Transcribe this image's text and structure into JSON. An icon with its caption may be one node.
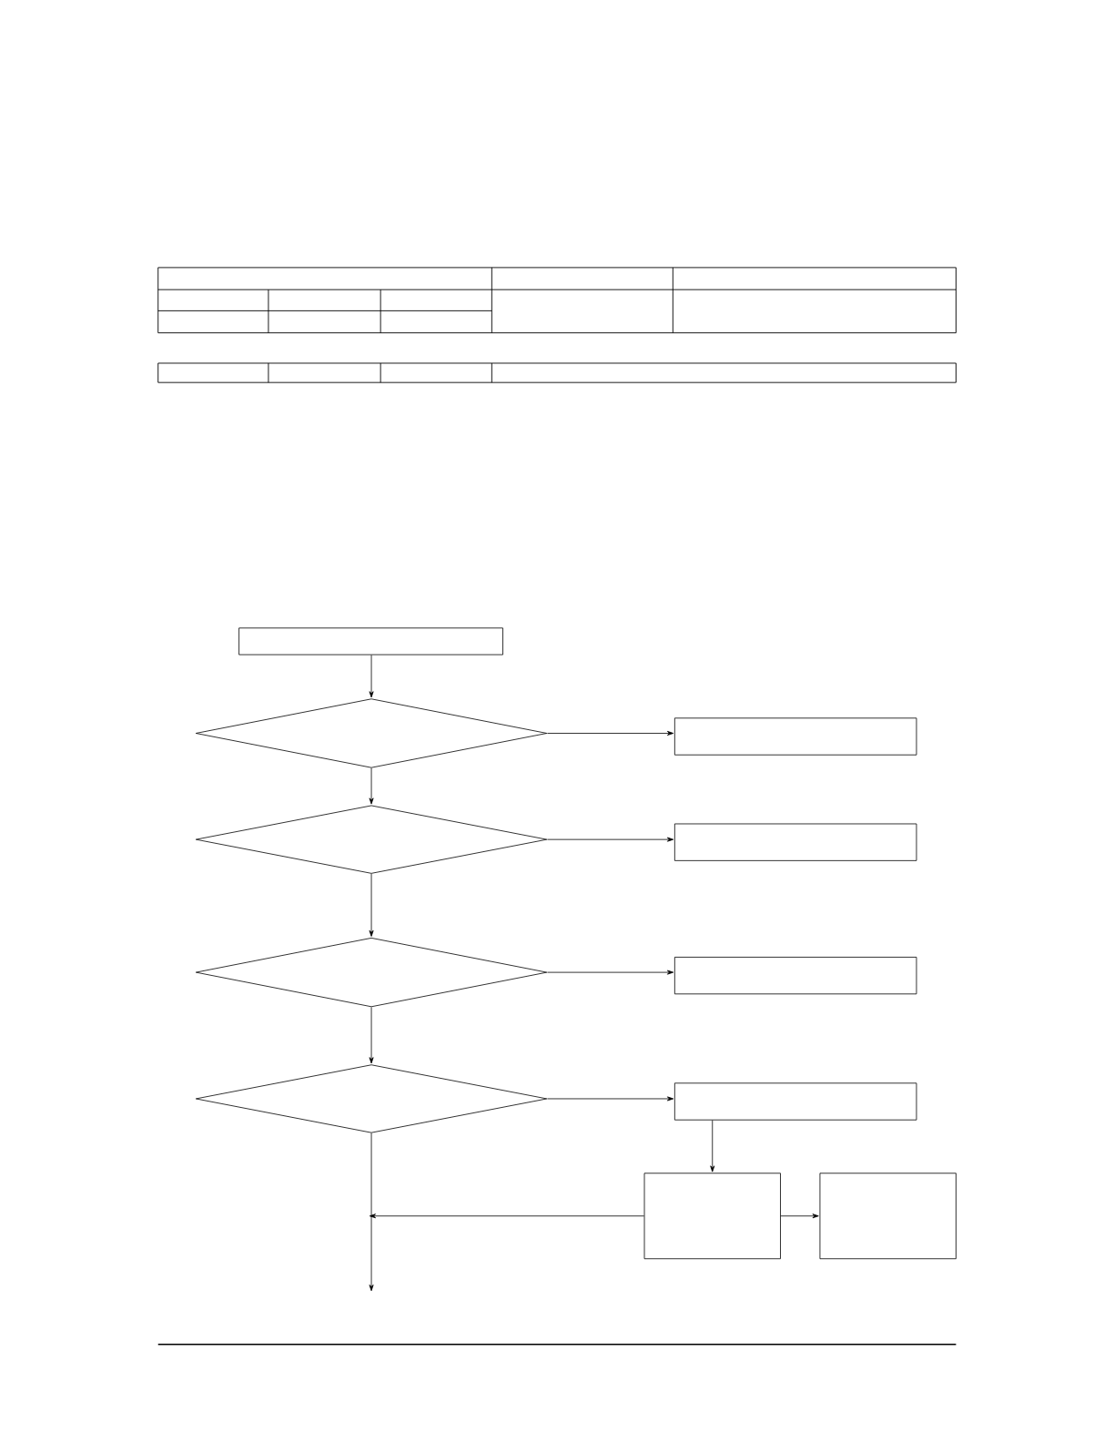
{
  "diagram": {
    "nodes": [
      {
        "text": [],
        "shape": "box"
      },
      {
        "text": [],
        "shape": "diamond"
      },
      {
        "text": [],
        "shape": "box"
      },
      {
        "text": [],
        "shape": "diamond"
      },
      {
        "text": [],
        "shape": "box"
      },
      {
        "text": [],
        "shape": "diamond"
      },
      {
        "text": [],
        "shape": "box"
      },
      {
        "text": [],
        "shape": "diamond"
      },
      {
        "text": [],
        "shape": "box"
      },
      {
        "text": [],
        "shape": "box"
      },
      {
        "text": [],
        "shape": "box"
      }
    ],
    "edges": [
      {
        "from": 0,
        "to": 1,
        "arrow": "to"
      },
      {
        "from": 1,
        "to": 2,
        "arrow": "to"
      },
      {
        "from": 1,
        "to": 3,
        "arrow": "to"
      },
      {
        "from": 3,
        "to": 4,
        "arrow": "to"
      },
      {
        "from": 3,
        "to": 5,
        "arrow": "to"
      },
      {
        "from": 5,
        "to": 6,
        "arrow": "to"
      },
      {
        "from": 5,
        "to": 7,
        "arrow": "to"
      },
      {
        "from": 7,
        "to": 8,
        "arrow": "to"
      },
      {
        "from": 8,
        "to": 9,
        "arrow": "to"
      },
      {
        "from": 9,
        "to": 10,
        "arrow": "to"
      },
      {
        "from": 9,
        "to": null,
        "arrow": "to"
      },
      {
        "from": 7,
        "to": null,
        "arrow": "to"
      }
    ]
  }
}
